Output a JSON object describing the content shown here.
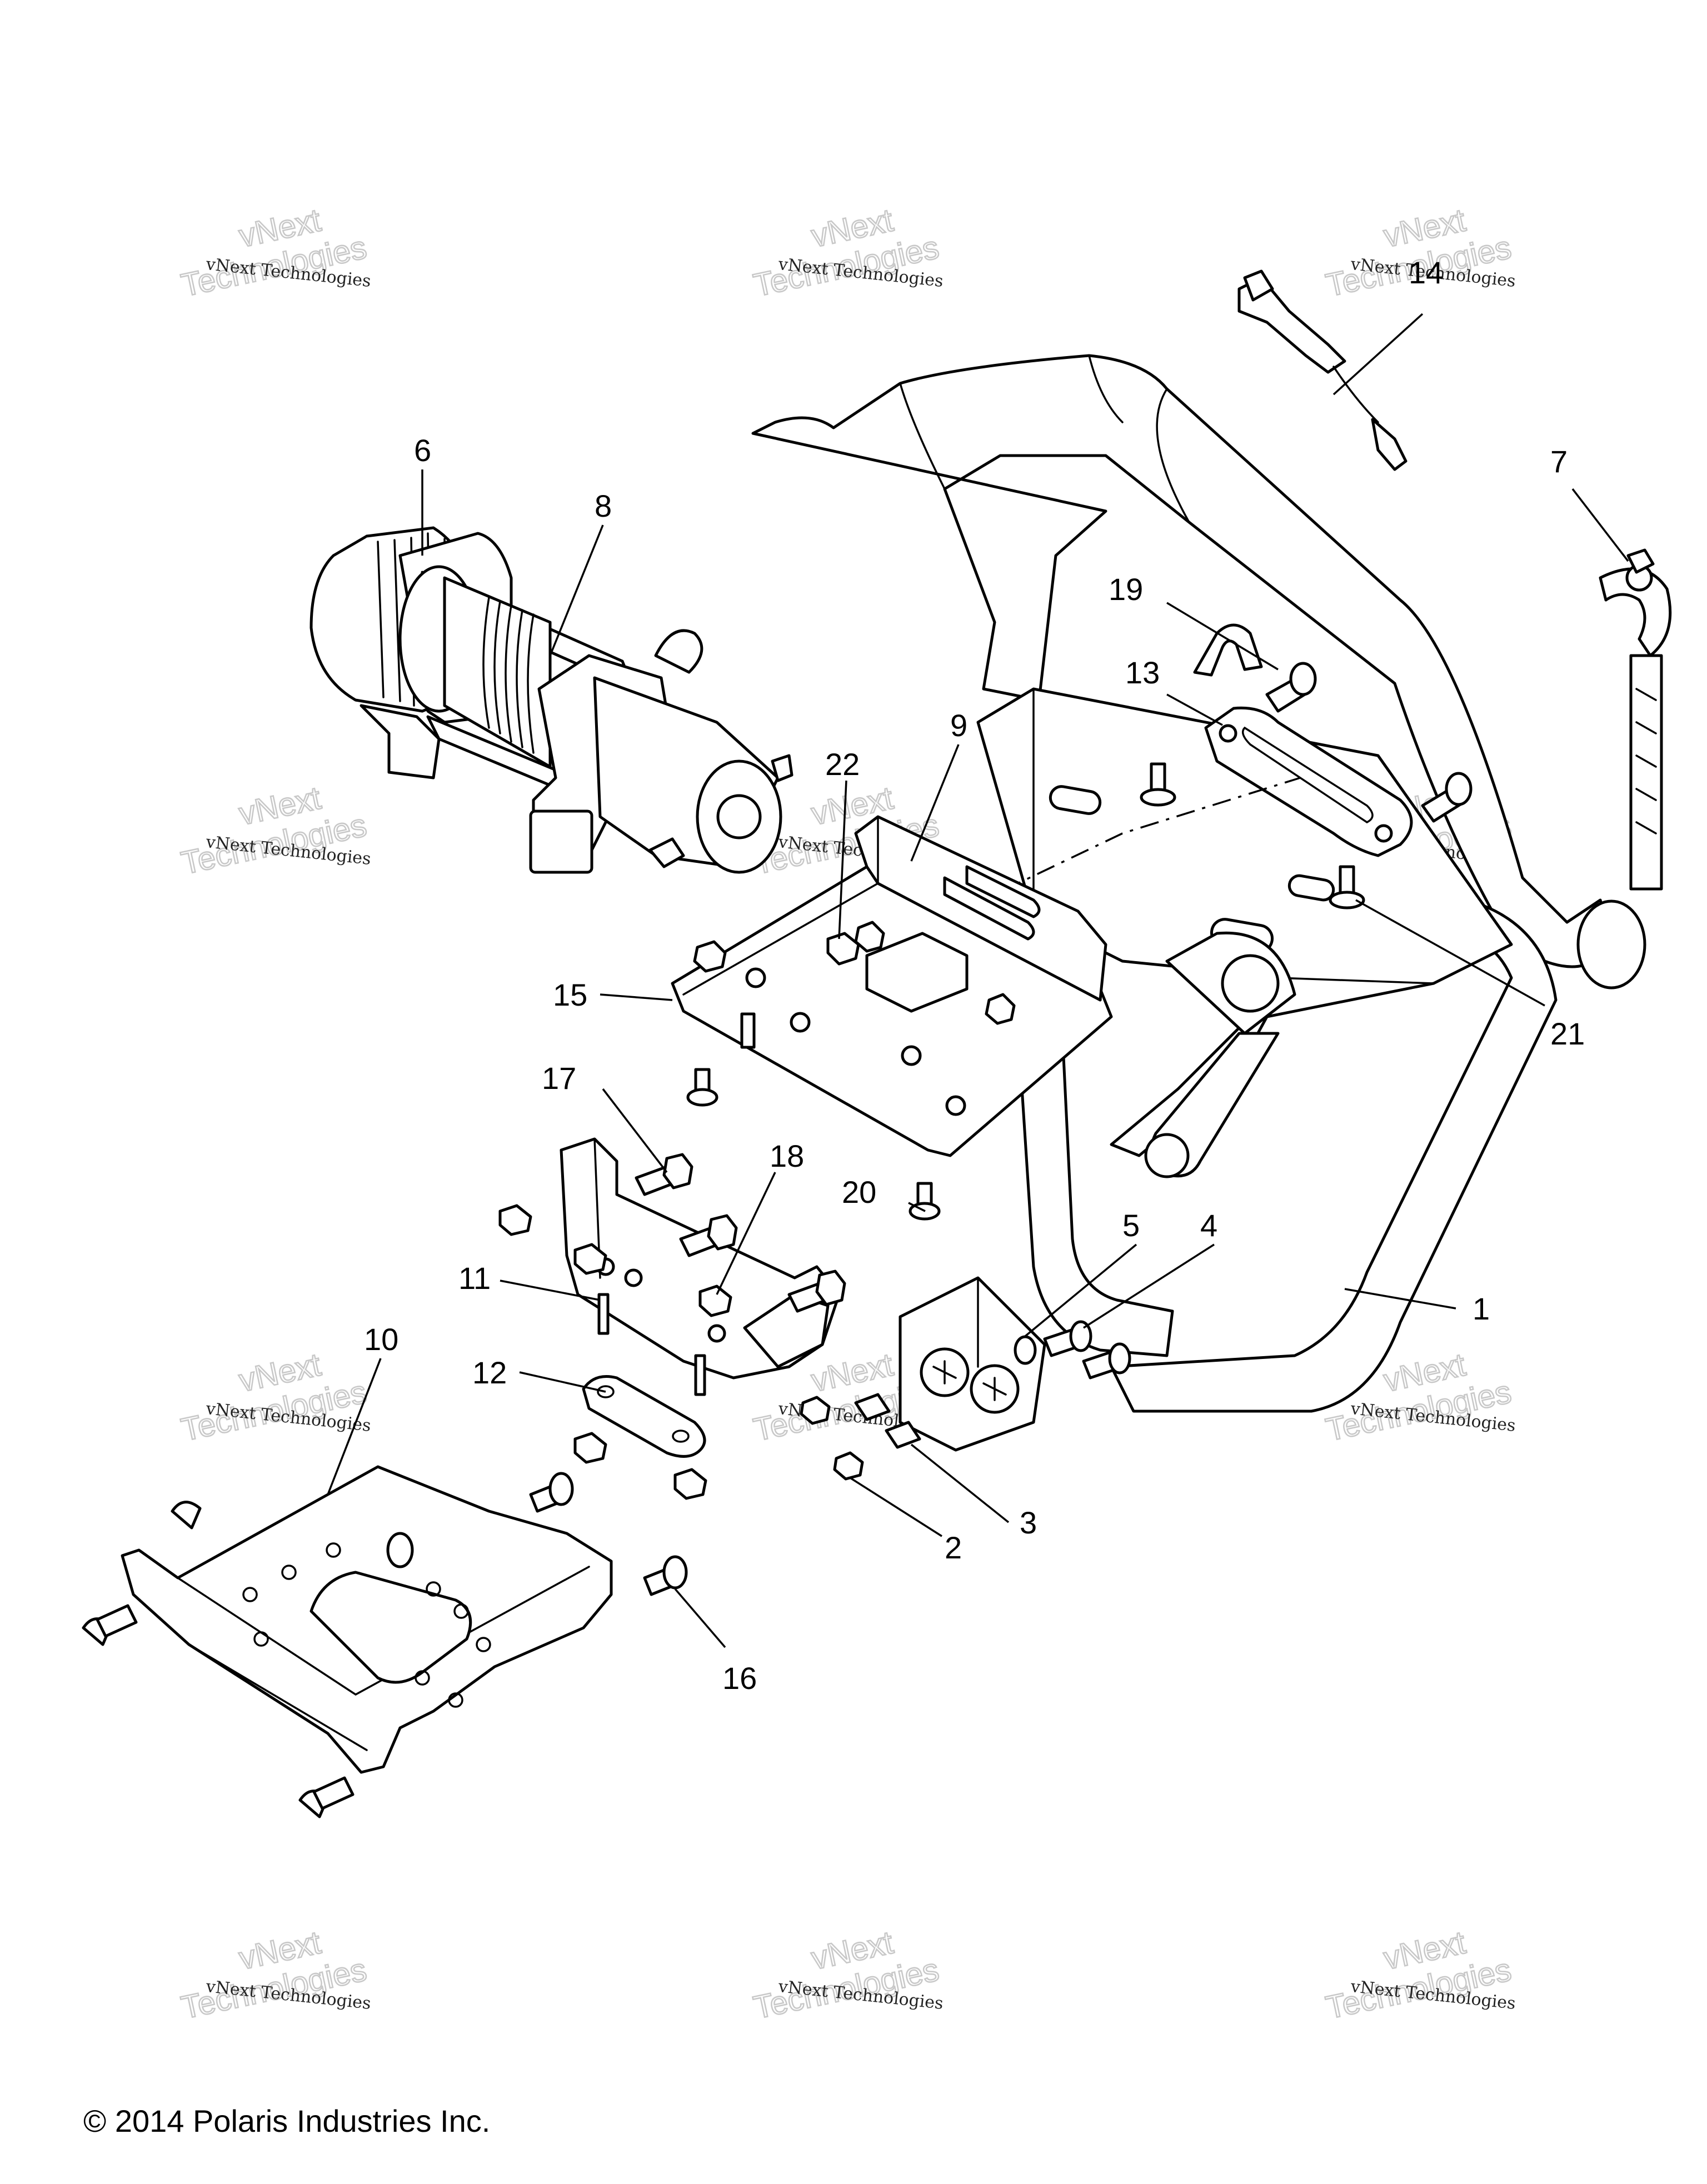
{
  "diagram": {
    "callouts": [
      "1",
      "2",
      "3",
      "4",
      "5",
      "6",
      "7",
      "8",
      "9",
      "10",
      "11",
      "12",
      "13",
      "14",
      "15",
      "16",
      "17",
      "18",
      "19",
      "20",
      "21",
      "22"
    ],
    "watermark": {
      "line1": "vNext",
      "line2": "Technologies",
      "small": "vNext Technologies"
    }
  },
  "footer": {
    "copyright": "© 2014 Polaris Industries Inc."
  }
}
